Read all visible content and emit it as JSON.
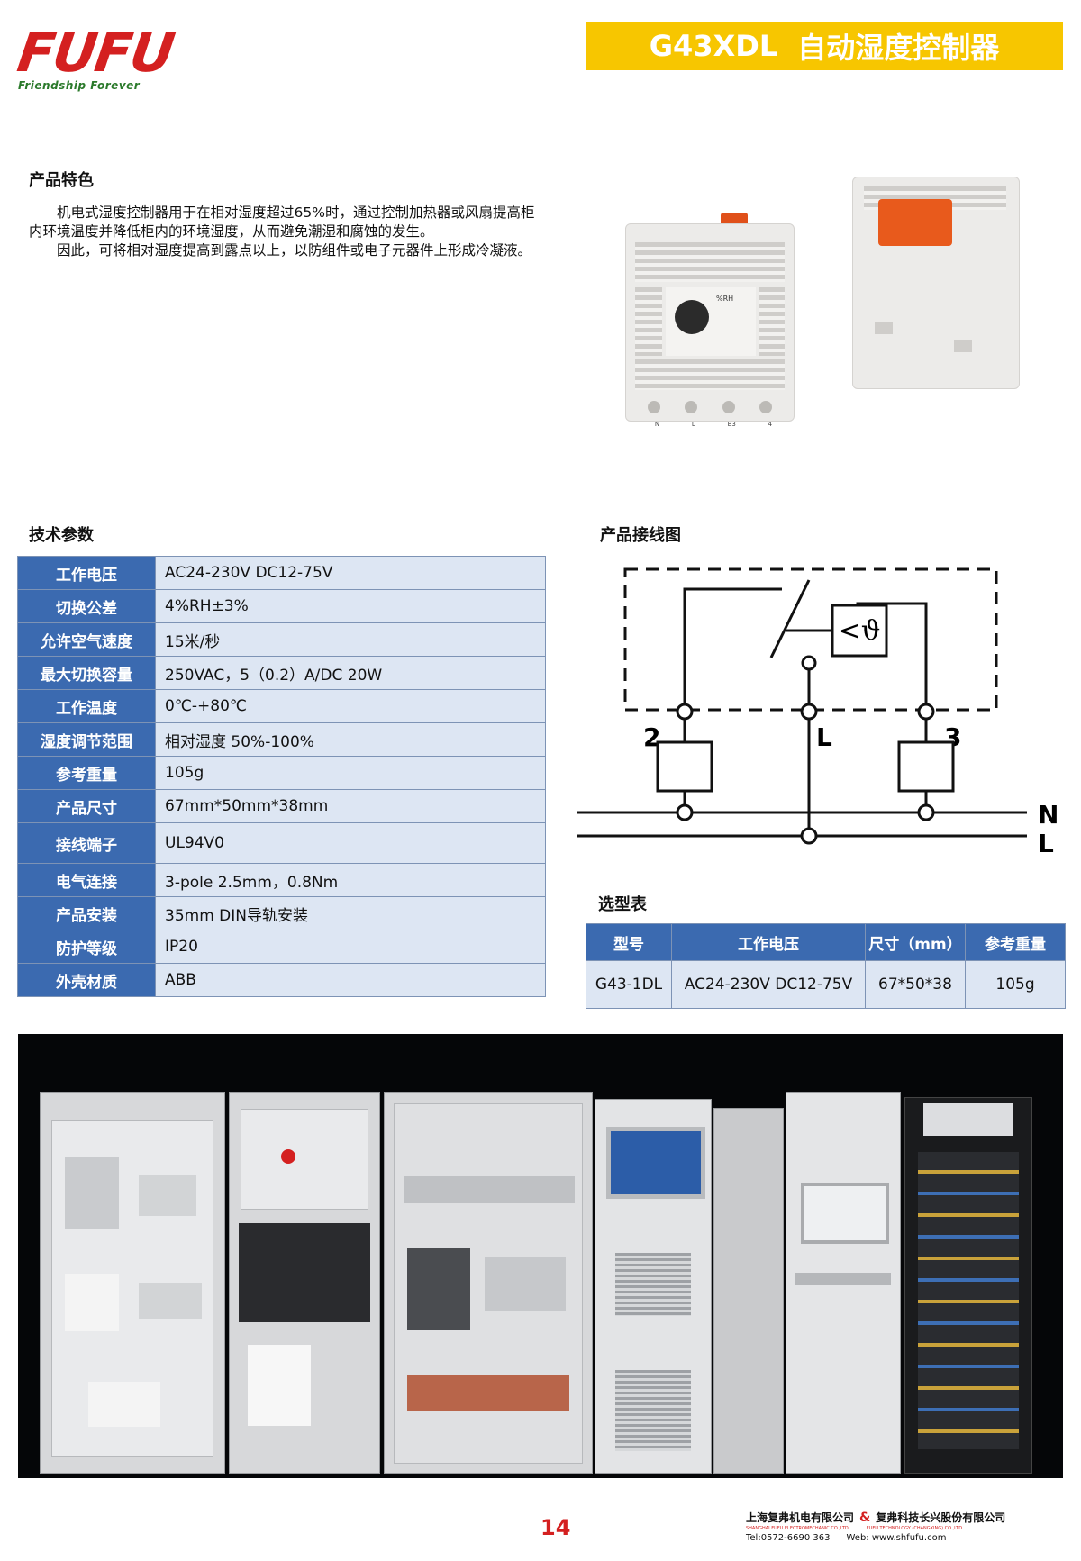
{
  "header": {
    "logo_text": "FUFU",
    "slogan": "Friendship Forever",
    "model": "G43XDL",
    "title": "自动湿度控制器"
  },
  "features": {
    "heading": "产品特色",
    "paragraphs": [
      "机电式湿度控制器用于在相对湿度超过65%时，通过控制加热器或风扇提高柜内环境温度并降低柜内的环境湿度，从而避免潮湿和腐蚀的发生。",
      "因此，可将相对湿度提高到露点以上，以防组件或电子元器件上形成冷凝液。"
    ]
  },
  "product_image": {
    "dial_label": "%RH",
    "terminal_labels": [
      "N",
      "L",
      "B3",
      "4"
    ]
  },
  "spec": {
    "heading": "技术参数",
    "rows": [
      {
        "key": "工作电压",
        "value": "AC24-230V  DC12-75V"
      },
      {
        "key": "切换公差",
        "value": "4%RH±3%"
      },
      {
        "key": "允许空气速度",
        "value": "15米/秒"
      },
      {
        "key": "最大切换容量",
        "value": "250VAC，5（0.2）A/DC 20W"
      },
      {
        "key": "工作温度",
        "value": "0℃-+80℃"
      },
      {
        "key": "湿度调节范围",
        "value": "相对湿度 50%-100%"
      },
      {
        "key": "参考重量",
        "value": "105g"
      },
      {
        "key": "产品尺寸",
        "value": "67mm*50mm*38mm"
      },
      {
        "key": "接线端子",
        "value": "UL94V0"
      },
      {
        "key": "电气连接",
        "value": "3-pole 2.5mm，0.8Nm"
      },
      {
        "key": "产品安装",
        "value": "35mm DIN导轨安装"
      },
      {
        "key": "防护等级",
        "value": "IP20"
      },
      {
        "key": "外壳材质",
        "value": "ABB"
      }
    ]
  },
  "wiring": {
    "heading": "产品接线图",
    "terminal_left": "2",
    "terminal_mid": "L",
    "terminal_right": "3",
    "line_n": "N",
    "line_l": "L",
    "sensor_symbol": "<ϑ"
  },
  "selection": {
    "heading": "选型表",
    "headers": [
      "型号",
      "工作电压",
      "尺寸（mm）",
      "参考重量"
    ],
    "rows": [
      [
        "G43-1DL",
        "AC24-230V  DC12-75V",
        "67*50*38",
        "105g"
      ]
    ]
  },
  "footer": {
    "page_number": "14",
    "company1": "上海复弗机电有限公司",
    "company1_en": "SHANGHAI FUFU ELECTROMECHANIC CO.,LTD",
    "amp": "&",
    "company2": "复弗科技长兴股份有限公司",
    "company2_en": "FUFU TECHNOLOGY (CHANGXING) CO.,LTD",
    "tel": "Tel:0572-6690 363",
    "web": "Web: www.shfufu.com"
  },
  "colors": {
    "brand_red": "#d42020",
    "brand_green": "#2a8a2a",
    "title_yellow": "#f7c600",
    "table_blue": "#3b6ab0",
    "table_cell": "#dde6f3"
  }
}
